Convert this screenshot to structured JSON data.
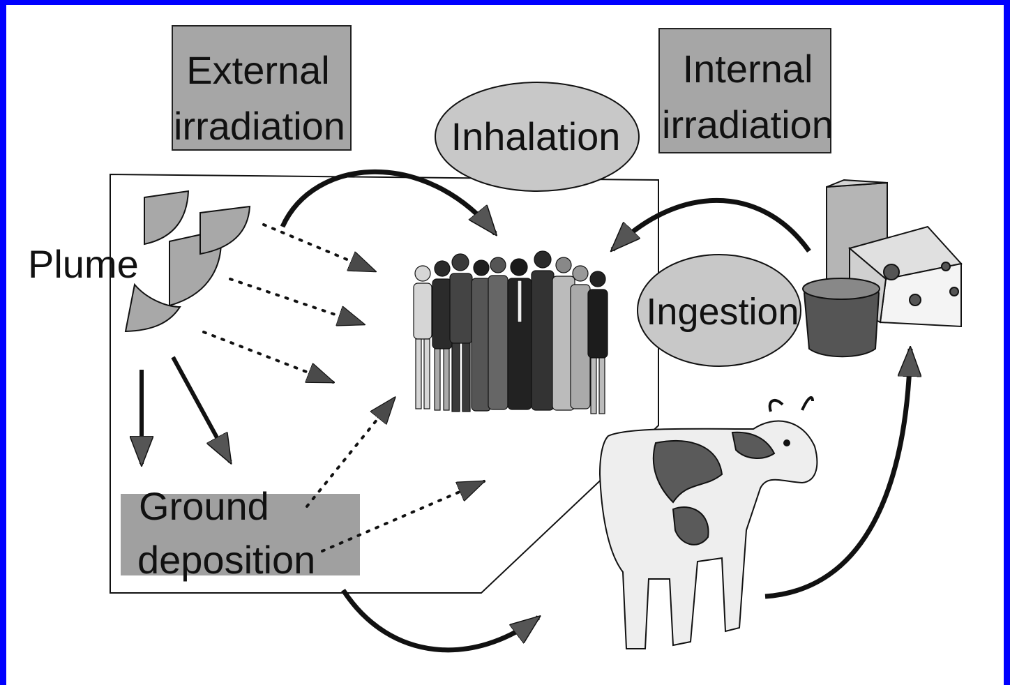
{
  "labels": {
    "external_irradiation": [
      "External",
      "irradiation"
    ],
    "internal_irradiation": [
      "Internal",
      "irradiation"
    ],
    "inhalation": "Inhalation",
    "ingestion": "Ingestion",
    "plume": "Plume",
    "ground_deposition": [
      "Ground",
      "deposition"
    ]
  },
  "colors": {
    "frame": "#0000ff",
    "box_fill": "#a6a6a6",
    "ellipse_fill": "#c8c8c8",
    "ground_fill": "#a0a0a0",
    "plume_fill": "#a8a8a8",
    "arrow_head": "#555555",
    "stroke": "#111111"
  },
  "icons": {
    "people": "group-of-people-icon",
    "cow": "cow-icon",
    "dairy": "cheese-and-butter-icon"
  }
}
